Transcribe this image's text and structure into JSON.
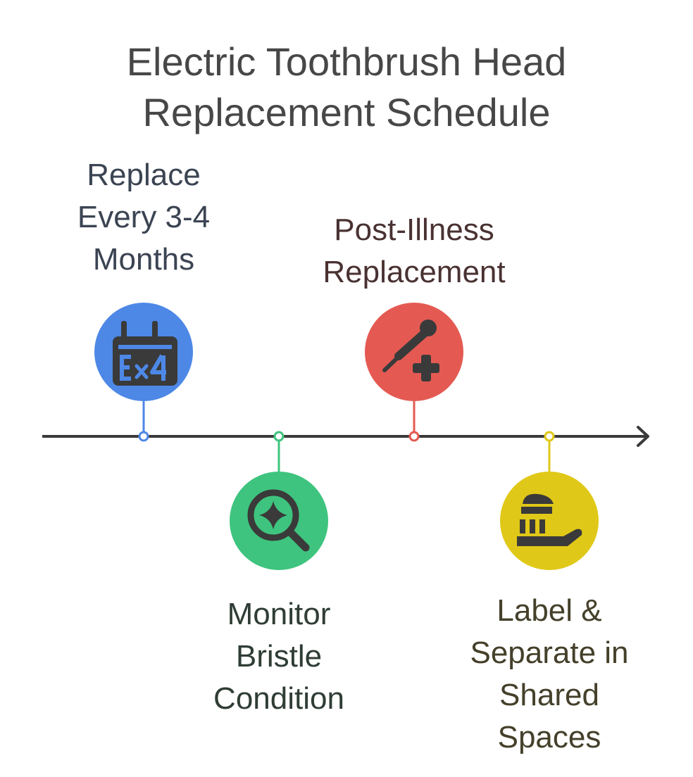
{
  "title": {
    "line1": "Electric Toothbrush Head",
    "line2": "Replacement Schedule"
  },
  "milestones": [
    {
      "lines": [
        "Replace",
        "Every 3-4",
        "Months"
      ],
      "icon": "calendar-x4-icon",
      "color": "#4d88e6",
      "text_color": "#3b4452"
    },
    {
      "lines": [
        "Monitor",
        "Bristle",
        "Condition"
      ],
      "icon": "magnifier-sparkle-icon",
      "color": "#3ec47e",
      "text_color": "#2f3d35"
    },
    {
      "lines": [
        "Post-Illness",
        "Replacement"
      ],
      "icon": "toothbrush-plus-icon",
      "color": "#e45a52",
      "text_color": "#4a3232"
    },
    {
      "lines": [
        "Label &",
        "Separate in",
        "Shared",
        "Spaces"
      ],
      "icon": "toothbrush-toothpaste-icon",
      "color": "#e0c818",
      "text_color": "#44402a"
    }
  ],
  "colors": {
    "axis": "#3a3a3a",
    "icon_fill": "#3a3a3a"
  }
}
